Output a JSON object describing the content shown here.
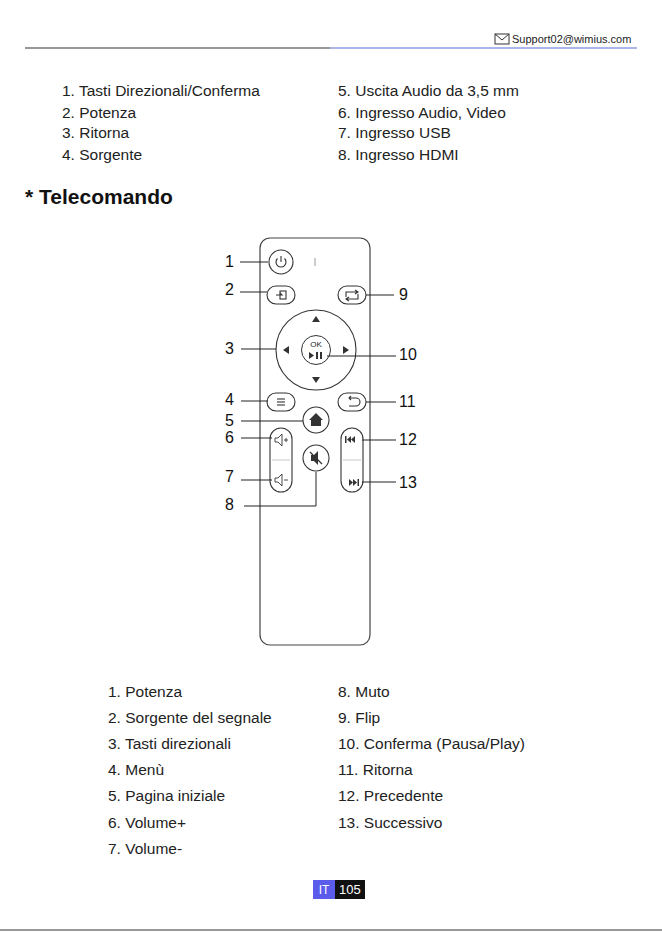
{
  "diagram": {
    "title": "* Telecomando",
    "nodes": [
      {
        "text": [
          "IT"
        ]
      },
      {
        "text": [
          "105"
        ]
      },
      {
        "text": [
          "OK"
        ]
      }
    ],
    "labels": [
      "Support02@wimius.com",
      "1. Tasti Direzionali/Conferma",
      "2. Potenza",
      "3. Ritorna",
      "4. Sorgente",
      "5. Uscita Audio da 3,5 mm",
      "6. Ingresso Audio, Video",
      "7. Ingresso USB",
      "8. Ingresso HDMI",
      "1",
      "2",
      "3",
      "4",
      "5",
      "6",
      "7",
      "8",
      "9",
      "10",
      "11",
      "12",
      "13",
      "1. Potenza",
      "2. Sorgente del segnale",
      "3. Tasti direzionali",
      "4. Menù",
      "5. Pagina iniziale",
      "6. Volume+",
      "7. Volume-",
      "8. Muto",
      "9. Flip",
      "10. Conferma (Pausa/Play)",
      "11. Ritorna",
      "12. Precedente",
      "13. Successivo"
    ]
  }
}
